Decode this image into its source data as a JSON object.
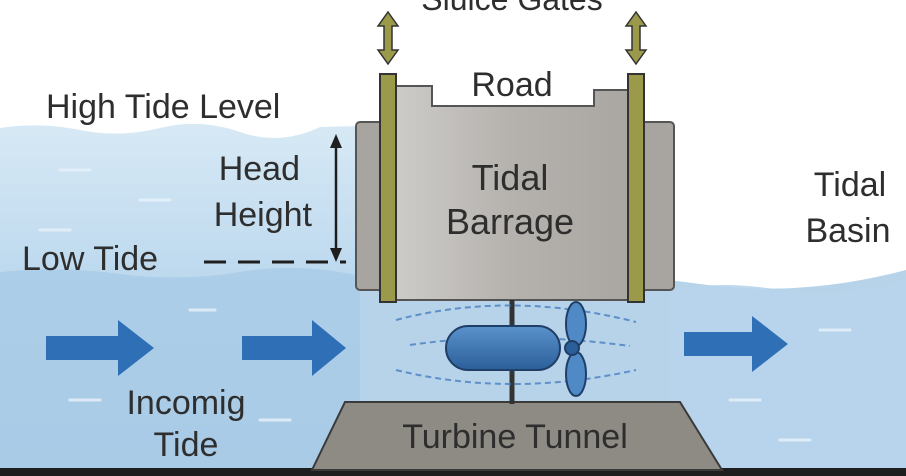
{
  "labels": {
    "sluice_gates": "Sluice Gates",
    "road": "Road",
    "high_tide_level": "High Tide Level",
    "head": "Head",
    "height": "Height",
    "low_tide": "Low Tide",
    "tidal": "Tidal",
    "barrage": "Barrage",
    "basin_tidal": "Tidal",
    "basin": "Basin",
    "incoming_1": "Incomig",
    "incoming_2": "Tide",
    "turbine_tunnel": "Turbine Tunnel"
  },
  "colors": {
    "sea_light": "#cfe4f2",
    "sea_mid": "#a9cbe6",
    "sea_deep": "#8fb9dc",
    "barrage_fill": "#b9b7b4",
    "gate_fill": "#9a9a4a",
    "arrow_blue": "#2f6fb6",
    "tunnel_fill": "#8e8a84",
    "text": "#2e2e2e"
  }
}
